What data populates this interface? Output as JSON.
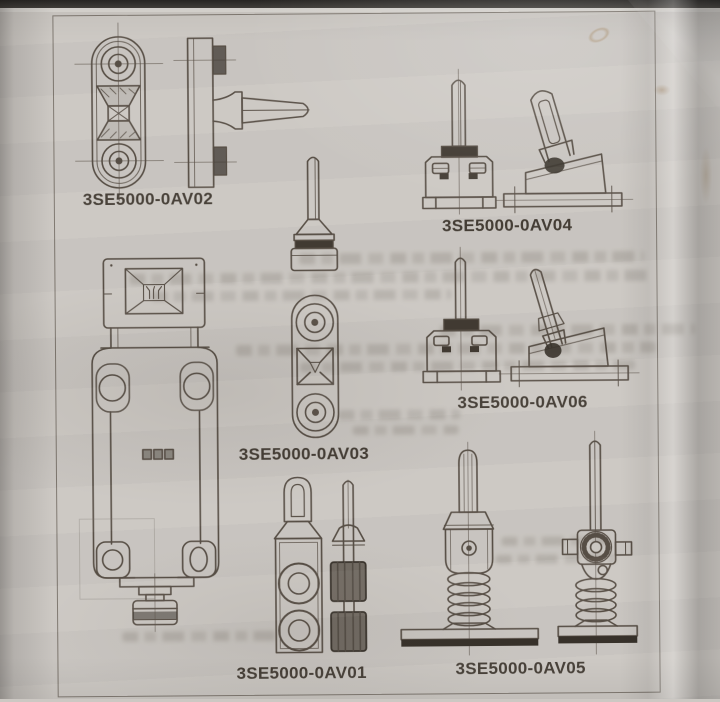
{
  "sheet": {
    "kind_of_image": "photo of printed instruction-sheet page with technical line drawings",
    "figures": [
      {
        "id": "av02",
        "label": "3SE5000-0AV02",
        "depicts": "twin-roller lever plate, front and side views"
      },
      {
        "id": "av04",
        "label": "3SE5000-0AV04",
        "depicts": "wide rod lever on adjustable head, upright and tilted views"
      },
      {
        "id": "av03",
        "label": "3SE5000-0AV03",
        "depicts": "pin plunger and roller plunger heads"
      },
      {
        "id": "av06",
        "label": "3SE5000-0AV06",
        "depicts": "slender rod lever on adjustable head, upright and tilted views"
      },
      {
        "id": "av01",
        "label": "3SE5000-0AV01",
        "depicts": "fork lever with twin rollers, front and side views"
      },
      {
        "id": "av05",
        "label": "3SE5000-0AV05",
        "depicts": "spring rod actuators with base plates, two views"
      }
    ],
    "center_drawing": "limit switch housing with actuator head, mounting holes and M12 connector",
    "bleedthrough": "faint mirrored paragraphs from reverse side, illegible"
  },
  "colors": {
    "paper": "#ccc8c3",
    "line": "#584f46",
    "line_dark": "#3b352e",
    "label": "#453e36",
    "frame": "#706960",
    "top_band": "#2f2c29"
  }
}
